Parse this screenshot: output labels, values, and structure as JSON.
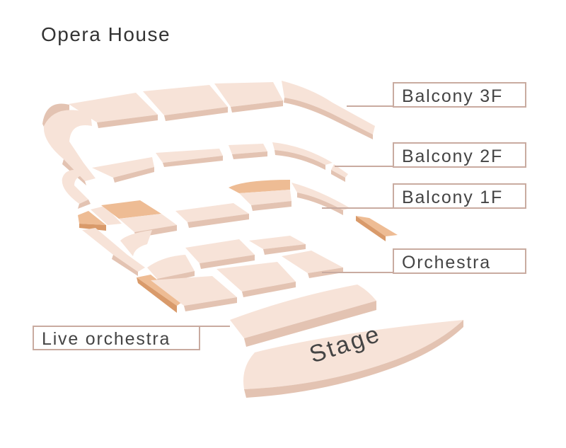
{
  "title": "Opera House",
  "labels": {
    "balcony_3f": "Balcony 3F",
    "balcony_2f": "Balcony 2F",
    "balcony_1f": "Balcony 1F",
    "orchestra": "Orchestra",
    "live_orchestra": "Live orchestra",
    "stage": "Stage"
  },
  "colors": {
    "seat": "#F7E3D8",
    "edge": "#E3C3B2",
    "accent": "#EEBC94",
    "accent_edge": "#D99A6A",
    "outline": "#C9ABA0",
    "text": "#444444"
  }
}
